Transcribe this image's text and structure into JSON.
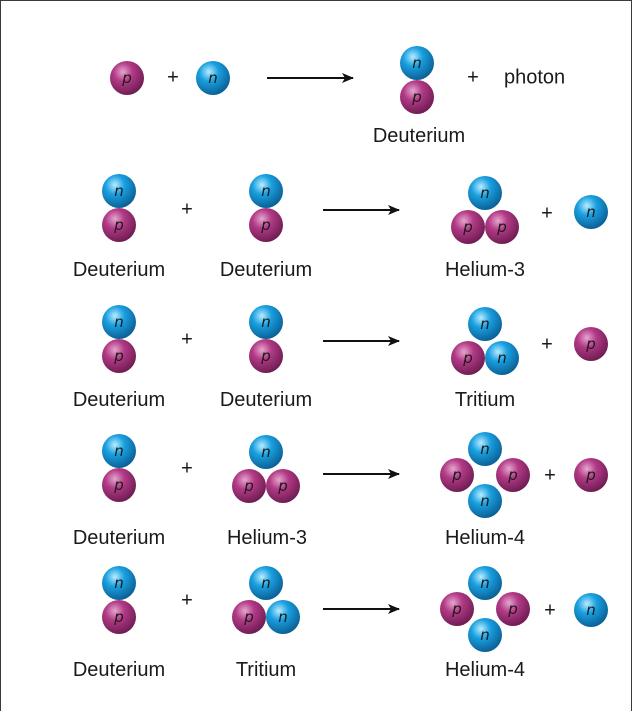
{
  "particle_labels": {
    "proton": "p",
    "neutron": "n"
  },
  "colors": {
    "proton": "#b23a86",
    "neutron": "#1aa0e0",
    "arrow": "#111111"
  },
  "plus_sign": "+",
  "reactions": [
    {
      "id": "r1",
      "reactant_1": "",
      "reactant_2": "",
      "product": "Deuterium",
      "byproduct": "photon"
    },
    {
      "id": "r2",
      "reactant_1": "Deuterium",
      "reactant_2": "Deuterium",
      "product": "Helium-3",
      "byproduct": "n"
    },
    {
      "id": "r3",
      "reactant_1": "Deuterium",
      "reactant_2": "Deuterium",
      "product": "Tritium",
      "byproduct": "p"
    },
    {
      "id": "r4",
      "reactant_1": "Deuterium",
      "reactant_2": "Helium-3",
      "product": "Helium-4",
      "byproduct": "p"
    },
    {
      "id": "r5",
      "reactant_1": "Deuterium",
      "reactant_2": "Tritium",
      "product": "Helium-4",
      "byproduct": "n"
    }
  ]
}
